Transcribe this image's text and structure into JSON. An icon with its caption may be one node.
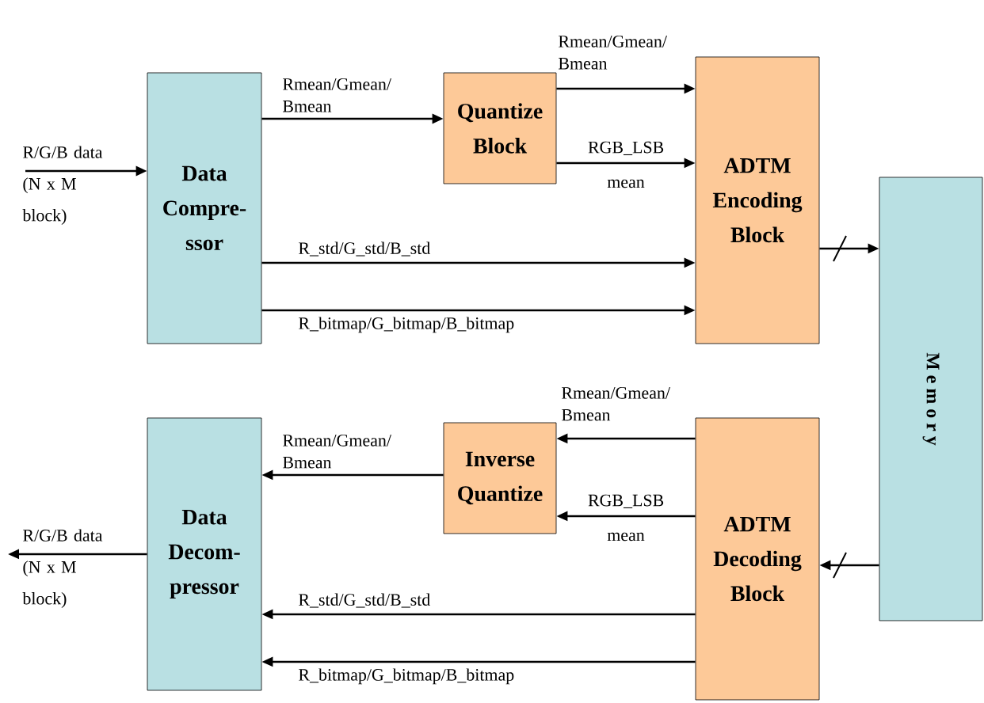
{
  "diagram": {
    "nodes": [
      {
        "text": [
          "Data Compre- ssor"
        ]
      },
      {
        "text": [
          "Quantize Block"
        ]
      },
      {
        "text": [
          "ADTM Encoding Block"
        ]
      },
      {
        "text": [
          "M e m o r y"
        ]
      },
      {
        "text": [
          "Inverse Quantize"
        ]
      },
      {
        "text": [
          "ADTM Decoding Block"
        ]
      },
      {
        "text": [
          "Data Decom- pressor"
        ]
      }
    ],
    "edges": [
      {
        "from": null,
        "to": 0,
        "arrow": "to",
        "label": "R/G/B data (N x M block)"
      },
      {
        "from": 0,
        "to": 1,
        "arrow": "to",
        "label": "Rmean/Gmean/ Bmean"
      },
      {
        "from": 1,
        "to": 2,
        "arrow": "to",
        "label": "Rmean/Gmean/ Bmean"
      },
      {
        "from": 1,
        "to": 2,
        "arrow": "to",
        "label": "RGB_LSB mean"
      },
      {
        "from": 0,
        "to": 2,
        "arrow": "to",
        "label": "R_std/G_std/B_std"
      },
      {
        "from": 0,
        "to": 2,
        "arrow": "to",
        "label": "R_bitmap/G_bitmap/B_bitmap"
      },
      {
        "from": 2,
        "to": 3,
        "arrow": "to"
      },
      {
        "from": 3,
        "to": 5,
        "arrow": "to"
      },
      {
        "from": 5,
        "to": 4,
        "arrow": "to",
        "label": "Rmean/Gmean/ Bmean"
      },
      {
        "from": 5,
        "to": 4,
        "arrow": "to",
        "label": "RGB_LSB mean"
      },
      {
        "from": 4,
        "to": 6,
        "arrow": "to",
        "label": "Rmean/Gmean/ Bmean"
      },
      {
        "from": 5,
        "to": 6,
        "arrow": "to",
        "label": "R_std/G_std/B_std"
      },
      {
        "from": 5,
        "to": 6,
        "arrow": "to",
        "label": "R_bitmap/G_bitmap/B_bitmap"
      },
      {
        "from": 6,
        "to": null,
        "arrow": "to",
        "label": "R/G/B data (N x M block)"
      }
    ]
  }
}
